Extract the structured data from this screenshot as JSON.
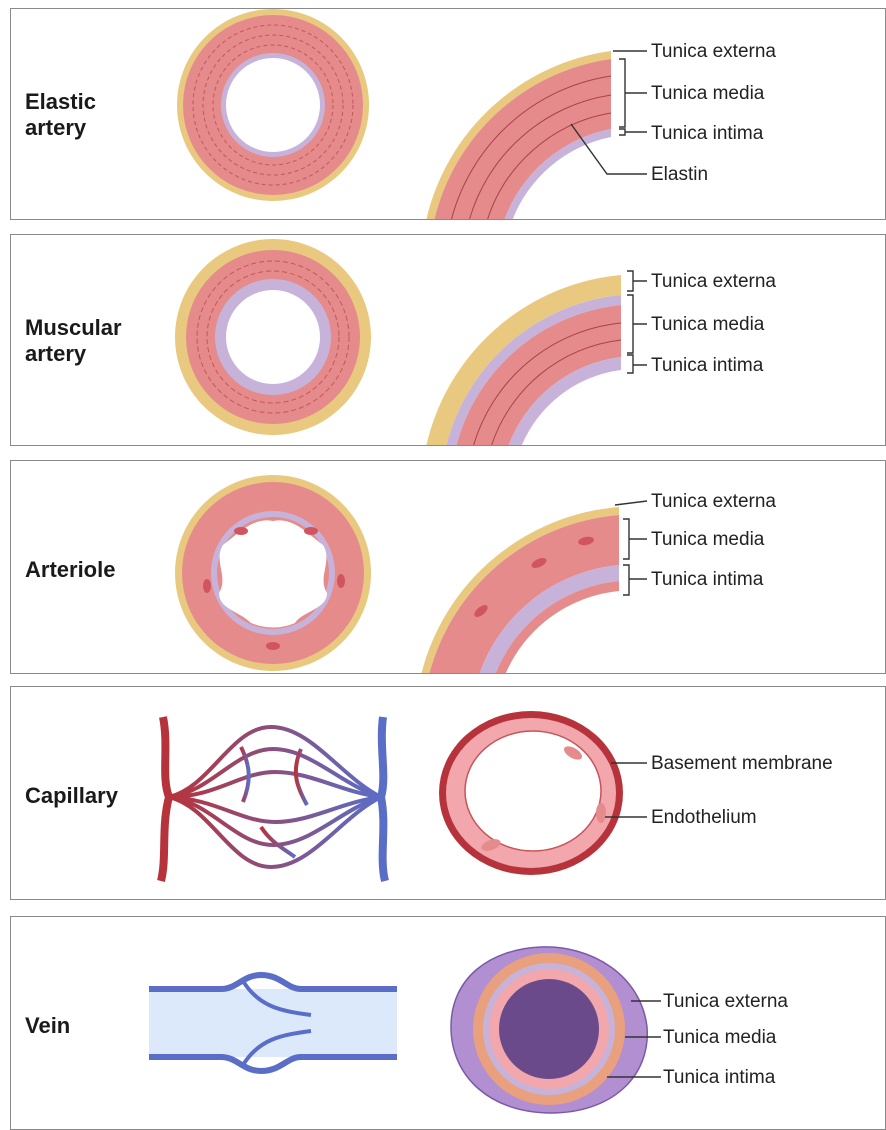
{
  "panels": [
    {
      "title_line1": "Elastic",
      "title_line2": "artery",
      "labels": [
        "Tunica externa",
        "Tunica media",
        "Tunica intima",
        "Elastin"
      ]
    },
    {
      "title_line1": "Muscular",
      "title_line2": "artery",
      "labels": [
        "Tunica externa",
        "Tunica media",
        "Tunica intima"
      ]
    },
    {
      "title_line1": "Arteriole",
      "labels": [
        "Tunica externa",
        "Tunica media",
        "Tunica intima"
      ]
    },
    {
      "title_line1": "Capillary",
      "labels": [
        "Basement membrane",
        "Endothelium"
      ]
    },
    {
      "title_line1": "Vein",
      "labels": [
        "Tunica externa",
        "Tunica media",
        "Tunica intima"
      ]
    }
  ],
  "colors": {
    "externa": "#e9c97f",
    "media": "#e58b8b",
    "intima": "#c7b3da",
    "artery_red": "#b7333b",
    "vein_blue": "#5a6ec7",
    "vein_purple": "#6b4a8c",
    "border": "#8a8a8a"
  }
}
